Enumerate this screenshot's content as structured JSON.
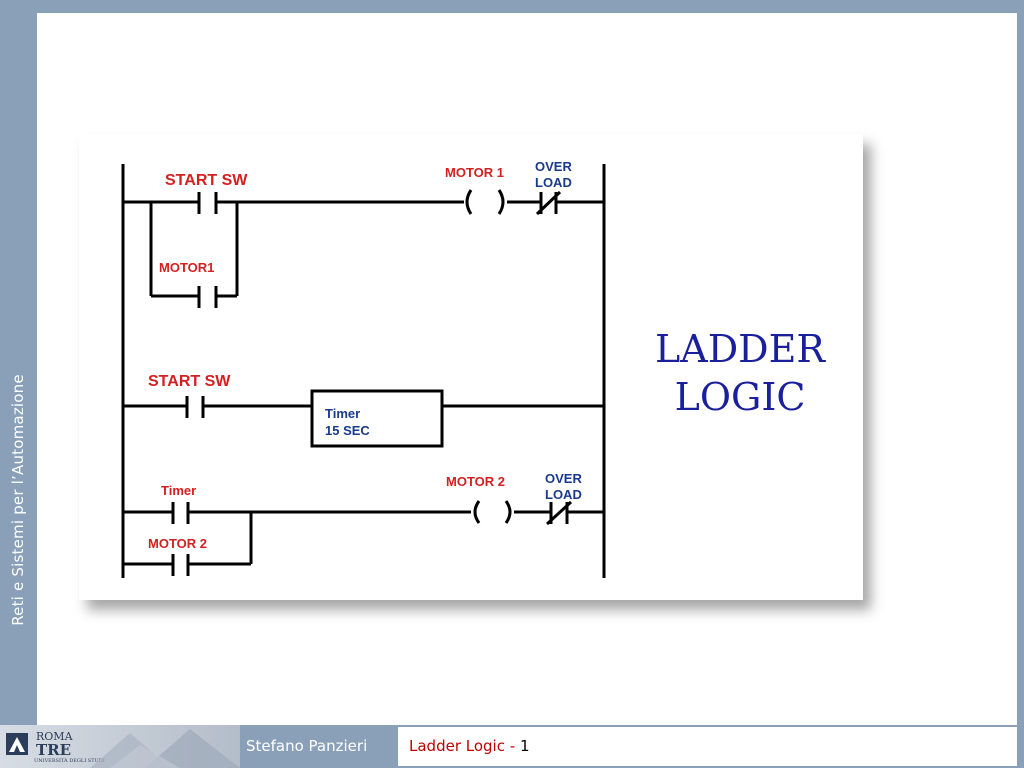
{
  "side_title": "Reti e Sistemi per l’Automazione",
  "main_title_line1": "LADDER",
  "main_title_line2": "LOGIC",
  "diagram": {
    "rung1": {
      "contact_label": "START SW",
      "parallel_label": "MOTOR1",
      "coil_label": "MOTOR 1",
      "overload_label_line1": "OVER",
      "overload_label_line2": "LOAD"
    },
    "rung2": {
      "contact_label": "START SW",
      "timer_line1": "Timer",
      "timer_line2": "15 SEC"
    },
    "rung3": {
      "contact_label": "Timer",
      "parallel_label": "MOTOR 2",
      "coil_label": "MOTOR 2",
      "overload_label_line1": "OVER",
      "overload_label_line2": "LOAD"
    }
  },
  "footer": {
    "logo_roma": "ROMA",
    "logo_tre": "TRE",
    "logo_uni": "UNIVERSITÀ DEGLI STUDI",
    "author": "Stefano Panzieri",
    "page_label": "Ladder Logic",
    "separator": "-",
    "page_number": "1"
  },
  "colors": {
    "background": "#8aa0b9",
    "title": "#1a1f9c",
    "diagram_label": "#d42020",
    "diagram_blue": "#1a3a8c"
  }
}
